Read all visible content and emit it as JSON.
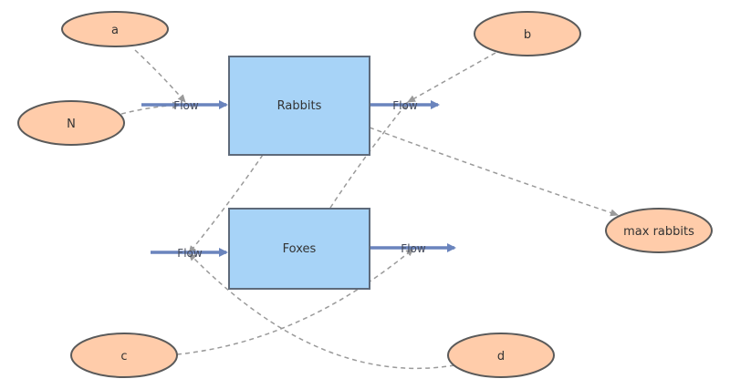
{
  "stocks": {
    "rabbits": "Rabbits",
    "foxes": "Foxes"
  },
  "variables": {
    "a": "a",
    "b": "b",
    "N": "N",
    "max_rabbits": "max rabbits",
    "c": "c",
    "d": "d"
  },
  "flows": {
    "rabbits_in": "Flow",
    "rabbits_out": "Flow",
    "foxes_in": "Flow",
    "foxes_out": "Flow"
  },
  "colors": {
    "stock_fill": "#a7d3f7",
    "stock_stroke": "#5e6a7a",
    "variable_fill": "#ffccaa",
    "variable_stroke": "#5a5a5a",
    "flow_arrow": "#6a84bd",
    "link_dashed": "#9a9a9a"
  }
}
